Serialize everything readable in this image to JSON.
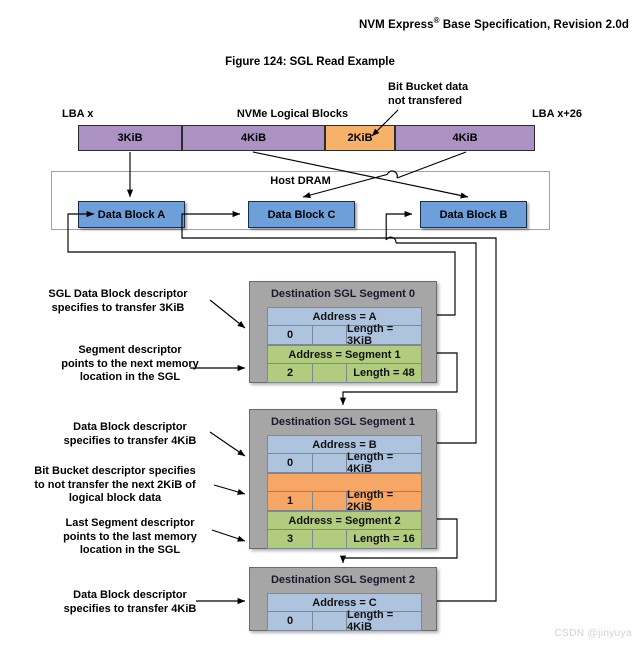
{
  "header": {
    "spec_prefix": "NVM Express",
    "spec_mark": "®",
    "spec_suffix": " Base Specification, Revision 2.0d",
    "figure_title": "Figure 124: SGL Read Example"
  },
  "callouts": {
    "bit_bucket_line1": "Bit Bucket data",
    "bit_bucket_line2": "not transfered"
  },
  "logical_blocks": {
    "label": "NVMe Logical Blocks",
    "lba_start": "LBA x",
    "lba_end": "LBA x+26",
    "cells": [
      {
        "label": "3KiB",
        "kind": "data",
        "color": "#ab92c2"
      },
      {
        "label": "4KiB",
        "kind": "data",
        "color": "#ab92c2"
      },
      {
        "label": "2KiB",
        "kind": "bit-bucket",
        "color": "#f7b26a"
      },
      {
        "label": "4KiB",
        "kind": "data",
        "color": "#ab92c2"
      }
    ]
  },
  "host_dram": {
    "label": "Host DRAM",
    "blocks": [
      {
        "label": "Data Block A"
      },
      {
        "label": "Data Block C"
      },
      {
        "label": "Data Block B"
      }
    ]
  },
  "segments": [
    {
      "title": "Destination SGL Segment 0",
      "descriptors": [
        {
          "type": "data-block",
          "color": "#aec4de",
          "address": "Address = A",
          "id": "0",
          "length": "Length = 3KiB"
        },
        {
          "type": "segment",
          "color": "#b2cc7f",
          "address": "Address = Segment 1",
          "id": "2",
          "length": "Length = 48"
        }
      ]
    },
    {
      "title": "Destination SGL Segment 1",
      "descriptors": [
        {
          "type": "data-block",
          "color": "#aec4de",
          "address": "Address = B",
          "id": "0",
          "length": "Length = 4KiB"
        },
        {
          "type": "bit-bucket",
          "color": "#f6a765",
          "address": "",
          "id": "1",
          "length": "Length = 2KiB"
        },
        {
          "type": "last-segment",
          "color": "#b2cc7f",
          "address": "Address = Segment 2",
          "id": "3",
          "length": "Length = 16"
        }
      ]
    },
    {
      "title": "Destination SGL Segment 2",
      "descriptors": [
        {
          "type": "data-block",
          "color": "#aec4de",
          "address": "Address = C",
          "id": "0",
          "length": "Length = 4KiB"
        }
      ]
    }
  ],
  "notes": [
    {
      "id": "note-sgl-data-block-3kib",
      "lines": [
        "SGL Data Block descriptor",
        "specifies to transfer 3KiB"
      ]
    },
    {
      "id": "note-segment-descriptor",
      "lines": [
        "Segment descriptor",
        "points to the next memory",
        "location in the SGL"
      ]
    },
    {
      "id": "note-data-block-4kib-b",
      "lines": [
        "Data Block descriptor",
        "specifies to transfer 4KiB"
      ]
    },
    {
      "id": "note-bit-bucket",
      "lines": [
        "Bit Bucket descriptor specifies",
        "to not transfer the next 2KiB of",
        "logical block data"
      ]
    },
    {
      "id": "note-last-segment",
      "lines": [
        "Last Segment descriptor",
        "points to the last memory",
        "location in the SGL"
      ]
    },
    {
      "id": "note-data-block-4kib-c",
      "lines": [
        "Data Block descriptor",
        "specifies to transfer 4KiB"
      ]
    }
  ],
  "watermark": "CSDN @jinyuya",
  "colors": {
    "logical_block": "#ab92c2",
    "bit_bucket": "#f7b26a",
    "data_block": "#6f9fd8",
    "segment_box": "#a6a6a6",
    "descriptor_data": "#aec4de",
    "descriptor_segment": "#b2cc7f"
  }
}
